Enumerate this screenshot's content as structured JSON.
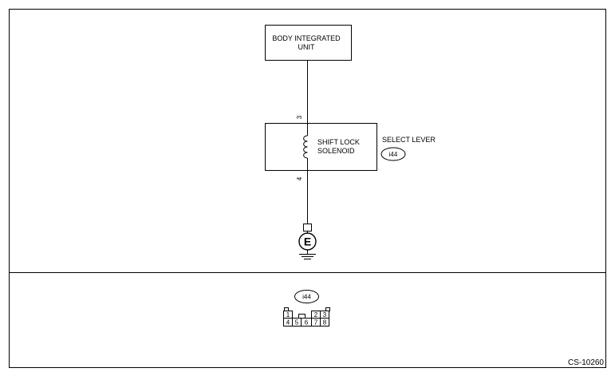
{
  "body_unit": {
    "line1": "BODY INTEGRATED",
    "line2": "UNIT"
  },
  "solenoid": {
    "line1": "SHIFT LOCK",
    "line2": "SOLENOID"
  },
  "select_lever": {
    "label": "SELECT LEVER",
    "connector": "i44"
  },
  "pins": {
    "top": "3",
    "bottom": "4"
  },
  "ground": {
    "symbol": "E"
  },
  "connector_view": {
    "id": "i44",
    "top_pins": [
      "1",
      "2",
      "3"
    ],
    "bottom_pins": [
      "4",
      "5",
      "6",
      "7",
      "8"
    ]
  },
  "figure_code": "CS-10260"
}
